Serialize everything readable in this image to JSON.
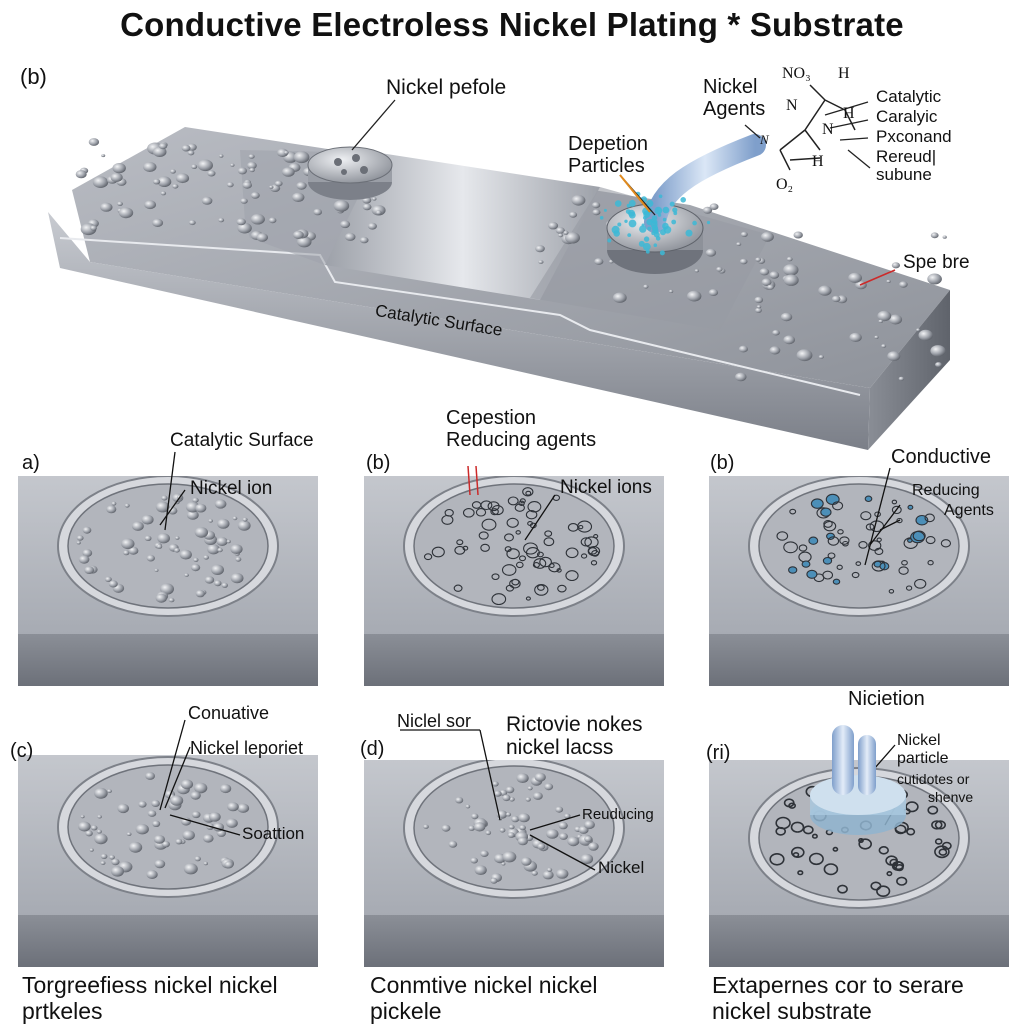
{
  "title": "Conductive Electroless Nickel Plating * Substrate",
  "top": {
    "panel_letter": "(b)",
    "nickel_pefole": "Nickel pefole",
    "nickel_agents": "Nickel\nAgents",
    "depetion_particles": "Depetion\nParticles",
    "catalytic_surface": "Catalytic Surface",
    "spe_bre": "Spe bre",
    "chem": {
      "no3": "NO₃",
      "h1": "H",
      "n1": "N",
      "h2": "H",
      "n2": "N",
      "h3": "H",
      "o2": "O₂",
      "o_left": "O",
      "arrow_n": "N",
      "catalytic": "Catalytic",
      "caralyic": "Caralyic",
      "pxconand": "Pxconand",
      "rereudl": "Rereud|",
      "subune": "subune"
    }
  },
  "panels": [
    {
      "letter": "a)",
      "labels": [
        "Catalytic Surface",
        "Nickel ion"
      ]
    },
    {
      "letter": "(b)",
      "labels": [
        "Cepestion",
        "Reducing agents",
        "Nickel ions"
      ]
    },
    {
      "letter": "(b)",
      "labels": [
        "Conductive",
        "Reducing",
        "Agents"
      ]
    },
    {
      "letter": "(c)",
      "labels": [
        "Conuative",
        "Nickel leporiet",
        "Soattion"
      ]
    },
    {
      "letter": "(d)",
      "labels": [
        "Niclel sor",
        "Rictovie nokes",
        "nickel lacss",
        "Reuducing",
        "Nickel"
      ]
    },
    {
      "letter": "(ri)",
      "labels": [
        "Nicietion",
        "Nickel",
        "particle",
        "cutidotes or",
        "shenve"
      ]
    }
  ],
  "captions": [
    "Torgreefiess nickel nickel prtkeles",
    "Conmtive nickel nickel pickele",
    "Extapernes cor to serare nickel substrate"
  ],
  "colors": {
    "metal_light": "#d9dbe0",
    "metal_mid": "#a9adb5",
    "metal_dark": "#6d717a",
    "tube_blue": "#a9c4e6",
    "particle_cyan": "#3cb8d6",
    "accent_orange": "#e08a1e",
    "accent_red": "#cc2a2a"
  }
}
